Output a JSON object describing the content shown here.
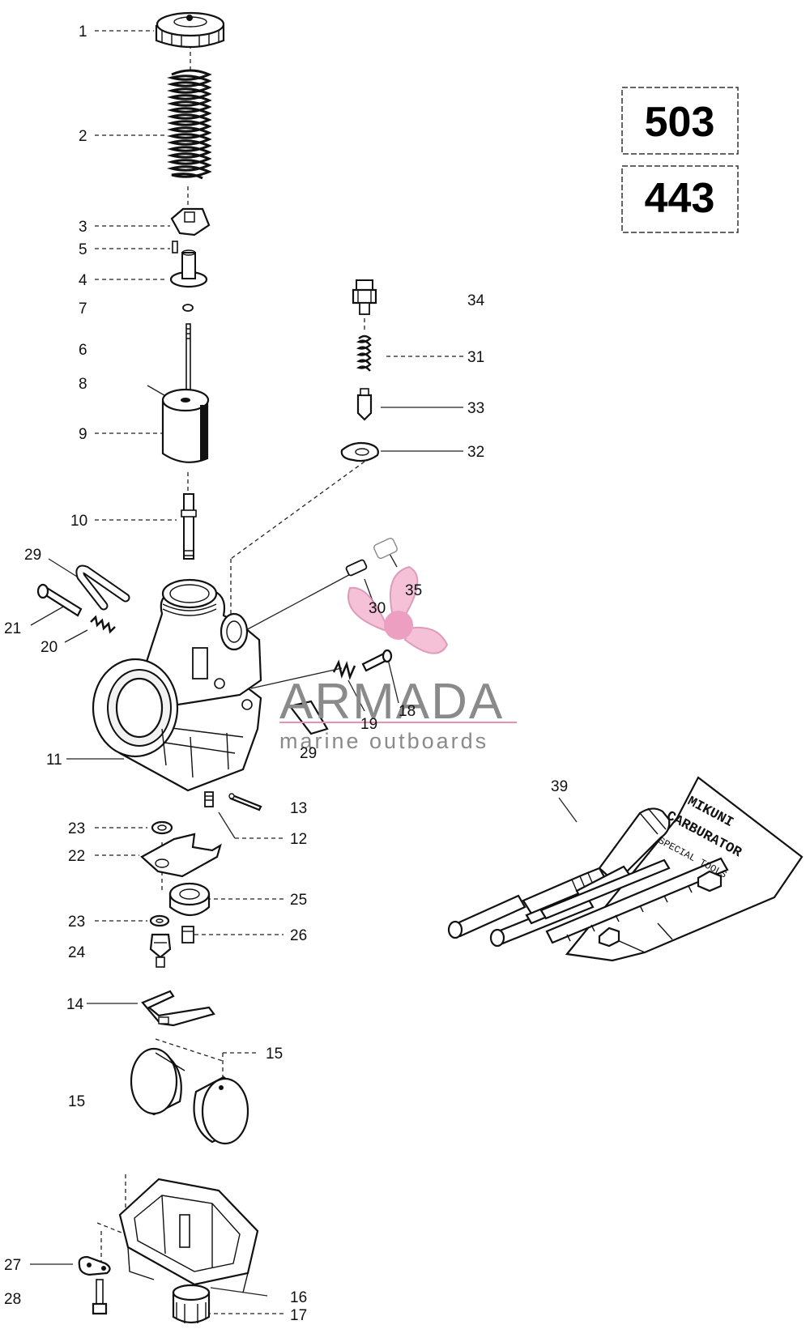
{
  "model_boxes": [
    "503",
    "443"
  ],
  "watermark": {
    "brand": "ARMADA",
    "tagline": "marine outboards"
  },
  "callouts": {
    "c1": "1",
    "c2": "2",
    "c3": "3",
    "c5": "5",
    "c4": "4",
    "c7": "7",
    "c6": "6",
    "c8": "8",
    "c9": "9",
    "c10": "10",
    "c29a": "29",
    "c21": "21",
    "c20": "20",
    "c11": "11",
    "c34": "34",
    "c31": "31",
    "c33": "33",
    "c32": "32",
    "c35": "35",
    "c30": "30",
    "c18": "18",
    "c19": "19",
    "c29b": "29",
    "c13": "13",
    "c12": "12",
    "c23a": "23",
    "c22": "22",
    "c25": "25",
    "c23b": "23",
    "c26": "26",
    "c24": "24",
    "c14": "14",
    "c15a": "15",
    "c15b": "15",
    "c39": "39",
    "c27": "27",
    "c28": "28",
    "c16": "16",
    "c17": "17"
  },
  "tool_kit_text": [
    "MIKUNI",
    "CARBURATOR",
    "SPECIAL TOOLS"
  ]
}
